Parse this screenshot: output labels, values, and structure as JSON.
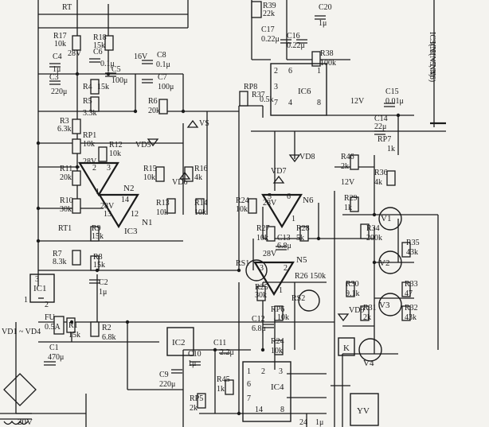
{
  "components": [
    {
      "id": "RT",
      "text": "RT"
    },
    {
      "id": "R17",
      "text": "R17"
    },
    {
      "id": "R17v",
      "text": "10k"
    },
    {
      "id": "R18",
      "text": "R18"
    },
    {
      "id": "R18v",
      "text": "15k"
    },
    {
      "id": "C4",
      "text": "C4"
    },
    {
      "id": "C4v",
      "text": "1μ"
    },
    {
      "id": "V28a",
      "text": "28V"
    },
    {
      "id": "C6",
      "text": "C6"
    },
    {
      "id": "C6v",
      "text": "0.1μ"
    },
    {
      "id": "V16",
      "text": "16V"
    },
    {
      "id": "C8",
      "text": "C8"
    },
    {
      "id": "C8v",
      "text": "0.1μ"
    },
    {
      "id": "C3",
      "text": "C3"
    },
    {
      "id": "C3v",
      "text": "220μ"
    },
    {
      "id": "R4",
      "text": "R4"
    },
    {
      "id": "R4v",
      "text": "15k"
    },
    {
      "id": "C5",
      "text": "C5"
    },
    {
      "id": "C5v",
      "text": "100μ"
    },
    {
      "id": "C7",
      "text": "C7"
    },
    {
      "id": "C7v",
      "text": "100μ"
    },
    {
      "id": "R5",
      "text": "R5"
    },
    {
      "id": "R5v",
      "text": "3.3k"
    },
    {
      "id": "R6",
      "text": "R6"
    },
    {
      "id": "R6v",
      "text": "20k"
    },
    {
      "id": "R3",
      "text": "R3"
    },
    {
      "id": "R3v",
      "text": "6.3k"
    },
    {
      "id": "VS",
      "text": "VS"
    },
    {
      "id": "RP1",
      "text": "RP1"
    },
    {
      "id": "RP1v",
      "text": "10k"
    },
    {
      "id": "R12",
      "text": "R12"
    },
    {
      "id": "R12v",
      "text": "10k"
    },
    {
      "id": "VD5",
      "text": "VD5"
    },
    {
      "id": "R11",
      "text": "R11"
    },
    {
      "id": "R11v",
      "text": "20k"
    },
    {
      "id": "V28b",
      "text": "28V"
    },
    {
      "id": "R15",
      "text": "R15"
    },
    {
      "id": "R15v",
      "text": "10k"
    },
    {
      "id": "R16",
      "text": "R16"
    },
    {
      "id": "R16v",
      "text": "4k"
    },
    {
      "id": "N2",
      "text": "N2"
    },
    {
      "id": "VD6",
      "text": "VD6"
    },
    {
      "id": "R10",
      "text": "R10"
    },
    {
      "id": "R10v",
      "text": "30k"
    },
    {
      "id": "V28c",
      "text": "28V"
    },
    {
      "id": "R13",
      "text": "R13"
    },
    {
      "id": "R13v",
      "text": "10k"
    },
    {
      "id": "R14",
      "text": "R14"
    },
    {
      "id": "R14v",
      "text": "10k"
    },
    {
      "id": "N1",
      "text": "N1"
    },
    {
      "id": "IC3a",
      "text": "IC3"
    },
    {
      "id": "RT1",
      "text": "RT1"
    },
    {
      "id": "R9",
      "text": "R9"
    },
    {
      "id": "R9v",
      "text": "15k"
    },
    {
      "id": "R7",
      "text": "R7"
    },
    {
      "id": "R7v",
      "text": "8.3k"
    },
    {
      "id": "R8",
      "text": "R8"
    },
    {
      "id": "R8v",
      "text": "15k"
    },
    {
      "id": "IC1",
      "text": "IC1"
    },
    {
      "id": "C2",
      "text": "C2"
    },
    {
      "id": "C2v",
      "text": "1μ"
    },
    {
      "id": "VD14",
      "text": "VD1 ~ VD4"
    },
    {
      "id": "FU",
      "text": "FU"
    },
    {
      "id": "FUv",
      "text": "0.5A"
    },
    {
      "id": "R1",
      "text": "R1"
    },
    {
      "id": "R1v",
      "text": "15k"
    },
    {
      "id": "C1",
      "text": "C1"
    },
    {
      "id": "C1v",
      "text": "470μ"
    },
    {
      "id": "R2",
      "text": "R2"
    },
    {
      "id": "R2v",
      "text": "6.8k"
    },
    {
      "id": "V20",
      "text": "20V"
    },
    {
      "id": "R39",
      "text": "R39"
    },
    {
      "id": "R39v",
      "text": "22k"
    },
    {
      "id": "C20",
      "text": "C20"
    },
    {
      "id": "C20v",
      "text": "1μ"
    },
    {
      "id": "C17",
      "text": "C17"
    },
    {
      "id": "C17v",
      "text": "0.22μ"
    },
    {
      "id": "C16",
      "text": "C16"
    },
    {
      "id": "C16v",
      "text": "0.22μ"
    },
    {
      "id": "R38",
      "text": "R38"
    },
    {
      "id": "R38v",
      "text": "100k"
    },
    {
      "id": "RP8",
      "text": "RP8"
    },
    {
      "id": "R37",
      "text": "R37"
    },
    {
      "id": "R37v",
      "text": "0.5k"
    },
    {
      "id": "IC6",
      "text": "IC6"
    },
    {
      "id": "V12a",
      "text": "12V"
    },
    {
      "id": "C15",
      "text": "C15"
    },
    {
      "id": "C15v",
      "text": "0.01μ"
    },
    {
      "id": "IC3N",
      "text": "IC3(N1 ~ N4)"
    },
    {
      "id": "IC5N",
      "text": "IC5(N5, N6)"
    },
    {
      "id": "C14",
      "text": "C14"
    },
    {
      "id": "C14v",
      "text": "22μ"
    },
    {
      "id": "RP7",
      "text": "RP7"
    },
    {
      "id": "RP7v",
      "text": "1k"
    },
    {
      "id": "VD8",
      "text": "VD8"
    },
    {
      "id": "R46",
      "text": "R46"
    },
    {
      "id": "R46v",
      "text": "2k"
    },
    {
      "id": "VD7",
      "text": "VD7"
    },
    {
      "id": "R36",
      "text": "R36"
    },
    {
      "id": "R36v",
      "text": "4k"
    },
    {
      "id": "R24",
      "text": "R24"
    },
    {
      "id": "R24v",
      "text": "10k"
    },
    {
      "id": "V28d",
      "text": "28V"
    },
    {
      "id": "N6",
      "text": "N6"
    },
    {
      "id": "V12b",
      "text": "12V"
    },
    {
      "id": "R29",
      "text": "R29"
    },
    {
      "id": "R29v",
      "text": "1k"
    },
    {
      "id": "V1",
      "text": "V1"
    },
    {
      "id": "R27",
      "text": "R27"
    },
    {
      "id": "R27v",
      "text": "10k"
    },
    {
      "id": "C13",
      "text": "C13"
    },
    {
      "id": "C13v",
      "text": "6.8μ"
    },
    {
      "id": "R28",
      "text": "R28"
    },
    {
      "id": "R28v",
      "text": "5k"
    },
    {
      "id": "R34",
      "text": "R34"
    },
    {
      "id": "R34v",
      "text": "200k"
    },
    {
      "id": "RS1",
      "text": "RS1"
    },
    {
      "id": "V28e",
      "text": "28V"
    },
    {
      "id": "N5",
      "text": "N5"
    },
    {
      "id": "V2",
      "text": "V2"
    },
    {
      "id": "R35",
      "text": "R35"
    },
    {
      "id": "R35v",
      "text": "43k"
    },
    {
      "id": "R26",
      "text": "R26 150k"
    },
    {
      "id": "R25",
      "text": "R25"
    },
    {
      "id": "R25v",
      "text": "30k"
    },
    {
      "id": "RS2",
      "text": "RS2"
    },
    {
      "id": "R30",
      "text": "R30"
    },
    {
      "id": "R30v",
      "text": "9.1k"
    },
    {
      "id": "R33",
      "text": "R33"
    },
    {
      "id": "R33v",
      "text": "47"
    },
    {
      "id": "V3",
      "text": "V3"
    },
    {
      "id": "RP6",
      "text": "RP6"
    },
    {
      "id": "RP6v",
      "text": "10k"
    },
    {
      "id": "C12",
      "text": "C12"
    },
    {
      "id": "C12v",
      "text": "6.8μ"
    },
    {
      "id": "VD9",
      "text": "VD9"
    },
    {
      "id": "R31",
      "text": "R31"
    },
    {
      "id": "R31v",
      "text": "2k"
    },
    {
      "id": "R32",
      "text": "R32"
    },
    {
      "id": "R32v",
      "text": "43k"
    },
    {
      "id": "IC2",
      "text": "IC2"
    },
    {
      "id": "C11",
      "text": "C11"
    },
    {
      "id": "C11v",
      "text": "2.2μ"
    },
    {
      "id": "R24b",
      "text": "R24"
    },
    {
      "id": "R24bv",
      "text": "10k"
    },
    {
      "id": "K",
      "text": "K"
    },
    {
      "id": "V4",
      "text": "V4"
    },
    {
      "id": "C9",
      "text": "C9"
    },
    {
      "id": "C9v",
      "text": "220μ"
    },
    {
      "id": "C10",
      "text": "C10"
    },
    {
      "id": "C10v",
      "text": "1μ"
    },
    {
      "id": "R45",
      "text": "R45"
    },
    {
      "id": "R45v",
      "text": "1k"
    },
    {
      "id": "IC4",
      "text": "IC4"
    },
    {
      "id": "RP5",
      "text": "RP5"
    },
    {
      "id": "RP5v",
      "text": "2k"
    },
    {
      "id": "YV",
      "text": "YV"
    },
    {
      "id": "C24",
      "text": "24"
    },
    {
      "id": "C24v",
      "text": "1μ"
    }
  ],
  "pins": {
    "ic6": [
      "2",
      "3",
      "6",
      "1",
      "7",
      "4",
      "8"
    ],
    "ic4": [
      "1",
      "2",
      "6",
      "3",
      "7",
      "14",
      "8"
    ],
    "ic1": [
      "3",
      "1",
      "2"
    ],
    "n2": [
      "2",
      "3",
      "1"
    ],
    "n1": [
      "14",
      "13",
      "12"
    ],
    "n6": [
      "5",
      "6",
      "1"
    ],
    "n5": [
      "3",
      "2",
      "1"
    ]
  }
}
